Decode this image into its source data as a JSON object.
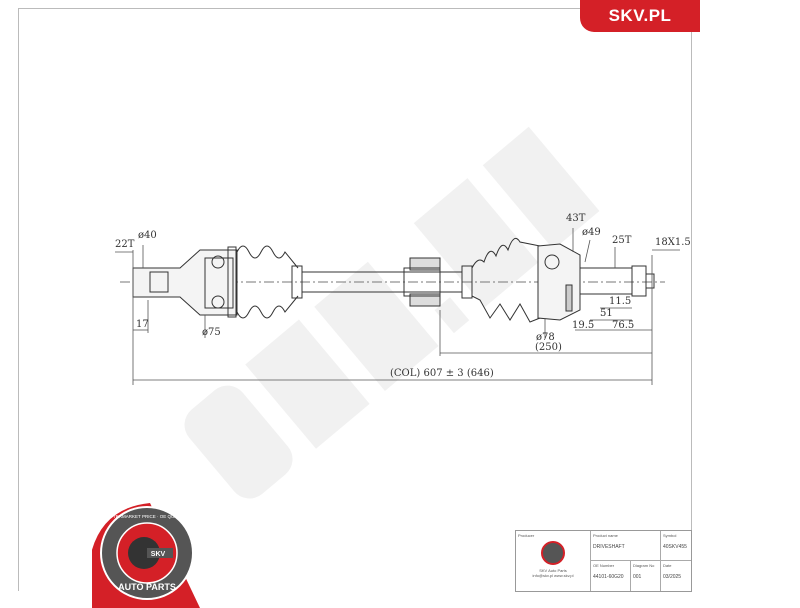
{
  "brand": {
    "badge": "SKV.PL",
    "watermark": "SKV.PL",
    "logo_text_top": "AFTERMARKET PRICE · OE QUALITY",
    "logo_text_center": "SKV",
    "logo_text_bottom": "AUTO PARTS",
    "accent": "#d42027"
  },
  "dimensions": {
    "left_spline": "22T",
    "left_diameter": "ø40",
    "left_length": "17",
    "left_housing_diameter": "ø75",
    "abs_teeth": "43T",
    "right_seal_diameter": "ø49",
    "right_spline": "25T",
    "thread": "18X1.5",
    "d_11_5": "11.5",
    "d_51": "51",
    "d_76_5": "76.5",
    "d_19_5": "19.5",
    "right_housing_diameter": "ø78",
    "right_length": "(250)",
    "total_length": "(COL) 607 ± 3 (646)"
  },
  "title_block": {
    "producer_label": "Producer",
    "producer_text": "SKV Auto Parts",
    "producer_address": "info@skv.pl www.skv.pl",
    "product_name_label": "Product name",
    "product_name": "DRIVESHAFT",
    "symbol_label": "Symbol",
    "symbol": "40SKV455",
    "oe_label": "OE Number",
    "oe": "44101-60G20",
    "diagram_label": "Diagram No",
    "diagram": "001",
    "date_label": "Date",
    "date": "03/2025"
  }
}
